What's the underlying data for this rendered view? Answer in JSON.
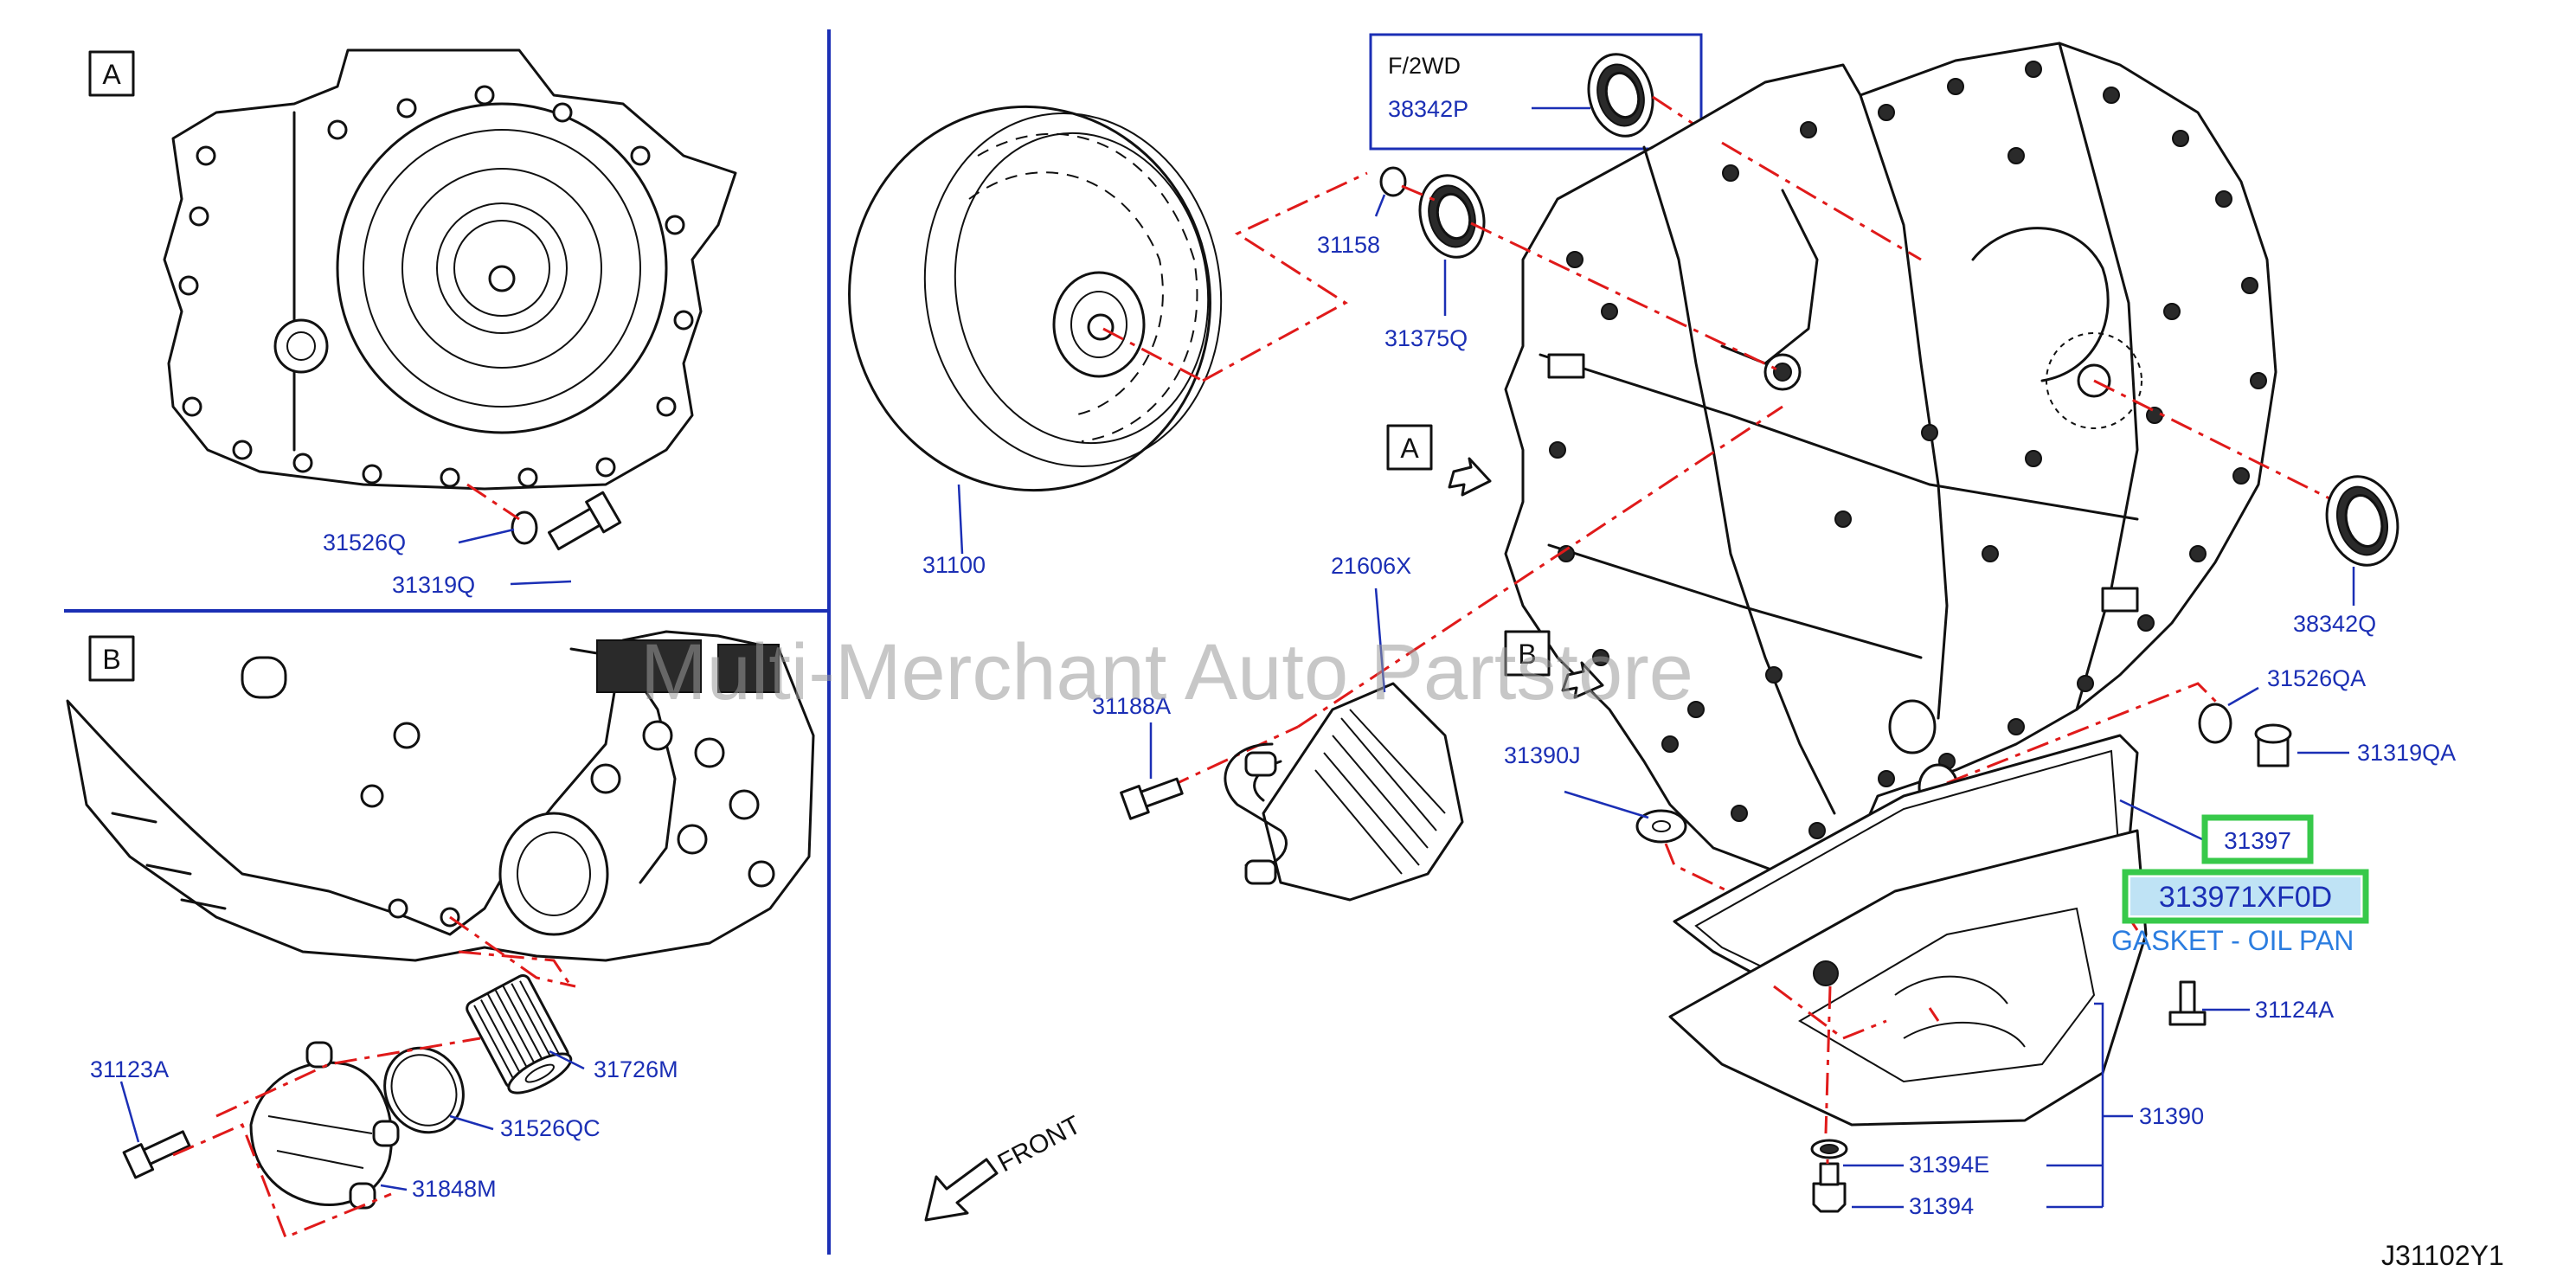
{
  "views": {
    "a": "A",
    "b": "B"
  },
  "labels": {
    "p31526q": "31526Q",
    "p31319q": "31319Q",
    "p31123a": "31123A",
    "p31726m": "31726M",
    "p31526qc": "31526QC",
    "p31848m": "31848M",
    "p31100": "31100",
    "p31158": "31158",
    "p31375q": "31375Q",
    "p21606x": "21606X",
    "p31188a": "31188A",
    "p31390j": "31390J",
    "p38342q": "38342Q",
    "p31526qa": "31526QA",
    "p31319qa": "31319QA",
    "p31397": "31397",
    "p313971xf0d": "313971XF0D",
    "p31124a": "31124A",
    "p31390": "31390",
    "p31394e": "31394E",
    "p31394": "31394"
  },
  "inset": {
    "variant": "F/2WD",
    "part": "38342P"
  },
  "highlight": {
    "description": "GASKET - OIL PAN"
  },
  "front_marker": "FRONT",
  "watermark": "Multi-Merchant Auto Partstore",
  "diagram_code": "J31102Y1",
  "colors": {
    "callout": "#1b2fb5",
    "dashed_link": "#e01a1a",
    "highlight_border": "#37c94a",
    "highlight_fill": "#bfe3f5"
  }
}
